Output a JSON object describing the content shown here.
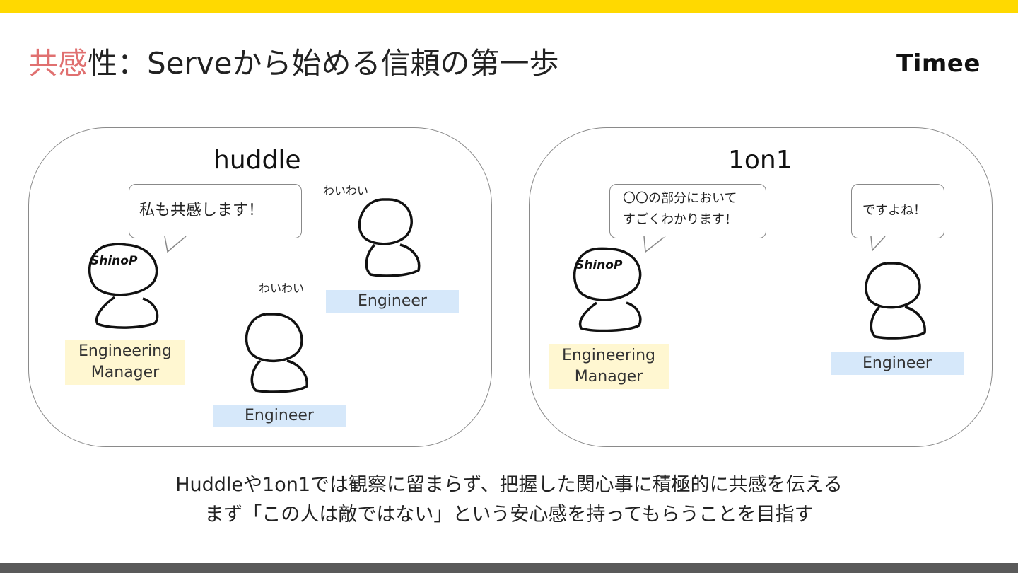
{
  "slide": {
    "title_accent": "共感",
    "title_rest": "性：Serveから始める信頼の第一歩",
    "logo": "Timee",
    "colors": {
      "top_bar": "#ffd900",
      "bottom_bar": "#5a5a5a",
      "accent": "#e07070",
      "manager_label": "#fff7d1",
      "engineer_label": "#d6e8fa"
    }
  },
  "huddle": {
    "title": "huddle",
    "bubble": "私も共感します！",
    "head_text": "ShinoP",
    "manager_line1": "Engineering",
    "manager_line2": "Manager",
    "waiwai_1": "わいわい",
    "waiwai_2": "わいわい",
    "engineer_1": "Engineer",
    "engineer_2": "Engineer"
  },
  "oneonone": {
    "title": "1on1",
    "bubble_line1": "〇〇の部分において",
    "bubble_line2": "すごくわかります！",
    "bubble_right": "ですよね！",
    "head_text": "ShinoP",
    "manager_line1": "Engineering",
    "manager_line2": "Manager",
    "engineer": "Engineer"
  },
  "caption": {
    "line1": "Huddleや1on1では観察に留まらず、把握した関心事に積極的に共感を伝える",
    "line2": "まず「この人は敵ではない」という安心感を持ってもらうことを目指す"
  }
}
